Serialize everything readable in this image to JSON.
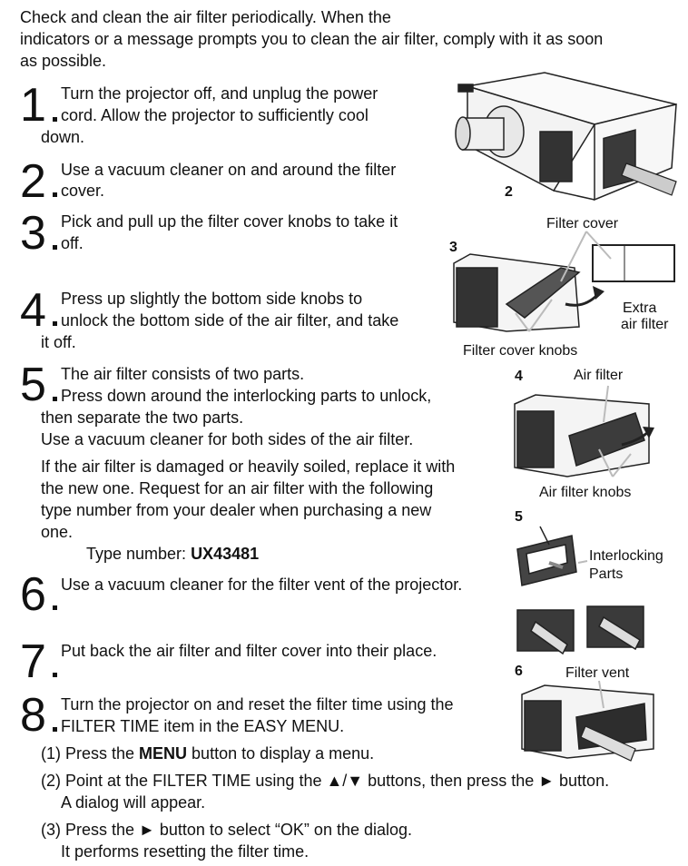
{
  "intro": {
    "line1": "Check and clean the air filter periodically. When the",
    "line2": "indicators or a message prompts you to clean the air filter, comply with it as soon",
    "line3": "as possible."
  },
  "steps": [
    {
      "number": "1",
      "lines": [
        "Turn the projector off, and unplug the power",
        "cord. Allow the projector to sufficiently cool",
        "down."
      ]
    },
    {
      "number": "2",
      "lines": [
        "Use a vacuum cleaner on and around the filter",
        "cover."
      ]
    },
    {
      "number": "3",
      "lines": [
        "Pick and pull up the filter cover knobs to take it",
        "off."
      ]
    },
    {
      "number": "4",
      "lines": [
        "Press up slightly the bottom side knobs to",
        "unlock the bottom side of the air filter, and take",
        "it off."
      ]
    },
    {
      "number": "5",
      "lines": [
        "The air filter consists of two parts.",
        "Press down around the interlocking parts to unlock,",
        "then separate the two parts.",
        "Use a vacuum cleaner for both sides of the air filter."
      ],
      "extra": [
        "If the air filter is damaged or heavily soiled, replace it with",
        "the new one. Request for an air filter with the following",
        "type number from your dealer when purchasing a new",
        "one."
      ],
      "type_label": "Type number: ",
      "type_value": "UX43481"
    },
    {
      "number": "6",
      "lines": [
        "Use a vacuum cleaner for the filter vent of the projector."
      ]
    },
    {
      "number": "7",
      "lines": [
        "Put back the air filter and filter cover into their place."
      ]
    },
    {
      "number": "8",
      "lines": [
        "Turn the projector on and reset the filter time using the",
        "FILTER TIME item in the EASY MENU."
      ]
    }
  ],
  "substeps": {
    "s1_pre": "(1) Press the ",
    "s1_bold": "MENU",
    "s1_post": " button to display a menu.",
    "s2_line1": "(2) Point at the FILTER TIME using the ▲/▼ buttons, then press the ► button.",
    "s2_line2": "A dialog will appear.",
    "s3_line1": "(3) Press the ► button to select “OK” on the dialog.",
    "s3_line2": "It performs resetting the filter time."
  },
  "figures": {
    "fig2_num": "2",
    "filter_cover": "Filter cover",
    "fig3_num": "3",
    "extra_line1": "Extra",
    "extra_line2": "air filter",
    "filter_cover_knobs": "Filter cover knobs",
    "fig4_num": "4",
    "air_filter": "Air filter",
    "air_filter_knobs": "Air filter knobs",
    "fig5_num": "5",
    "interlocking_line1": "Interlocking",
    "interlocking_line2": "Parts",
    "fig6_num": "6",
    "filter_vent": "Filter vent"
  }
}
